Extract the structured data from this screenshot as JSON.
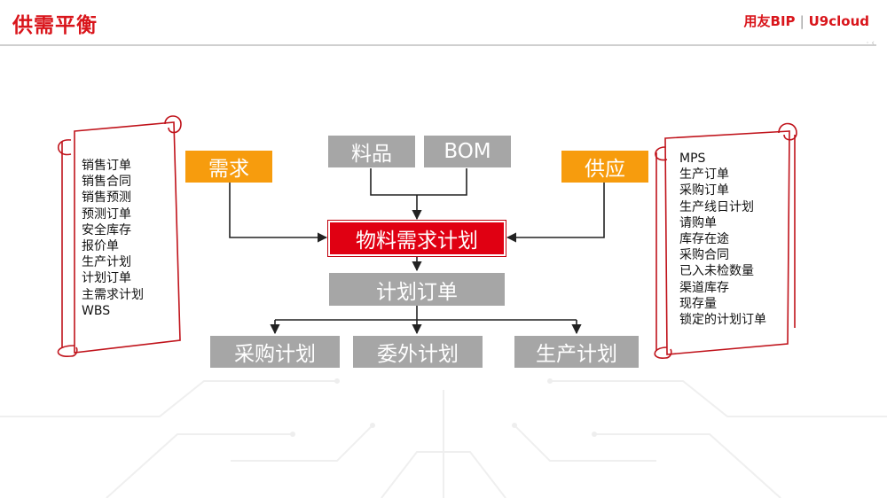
{
  "header": {
    "title": "供需平衡",
    "logo_brand": "用友BIP",
    "logo_product": "U9cloud"
  },
  "colors": {
    "brand_red": "#d9151b",
    "gray_box": "#a6a6a6",
    "orange_box": "#f79c0d",
    "plan_red": "#e00012"
  },
  "diagram": {
    "material": "料品",
    "bom": "BOM",
    "demand": "需求",
    "supply": "供应",
    "mrp": "物料需求计划",
    "plan_order": "计划订单",
    "purchase_plan": "采购计划",
    "outsource_plan": "委外计划",
    "production_plan": "生产计划"
  },
  "demand_sources": [
    "销售订单",
    "销售合同",
    "销售预测",
    "预测订单",
    "安全库存",
    "报价单",
    "生产计划",
    "计划订单",
    "主需求计划",
    "WBS"
  ],
  "supply_sources": [
    "MPS",
    "生产订单",
    "采购订单",
    "生产线日计划",
    "请购单",
    "库存在途",
    "采购合同",
    "已入未检数量",
    "渠道库存",
    "现存量",
    "锁定的计划订单"
  ]
}
